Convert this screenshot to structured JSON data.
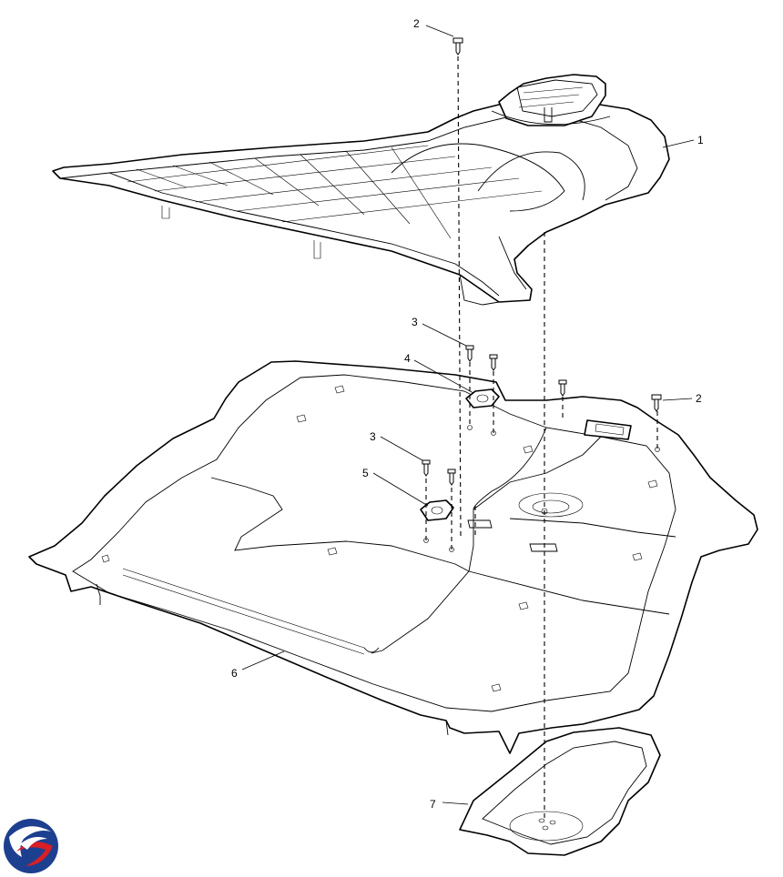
{
  "callouts": {
    "c1": "1",
    "c2a": "2",
    "c2b": "2",
    "c3a": "3",
    "c3b": "3",
    "c4": "4",
    "c5": "5",
    "c6": "6",
    "c7": "7"
  },
  "colors": {
    "line": "#000000",
    "fill": "#ffffff",
    "logo_blue": "#1d3f8f",
    "logo_red": "#d81f26"
  },
  "icons": {
    "logo": "brand-logo-icon"
  }
}
